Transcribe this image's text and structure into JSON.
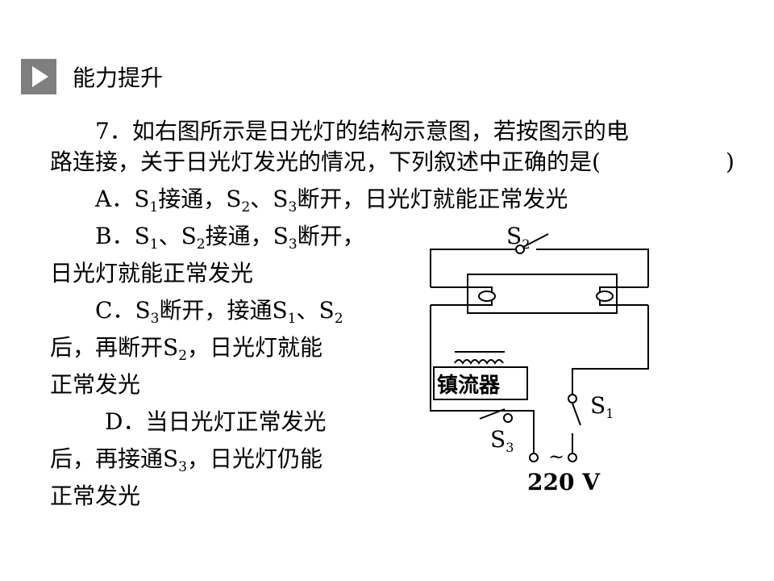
{
  "header": {
    "title": "能力提升",
    "icon": "play-icon"
  },
  "question": {
    "stem_line1": "7．如右图所示是日光灯的结构示意图，若按图示的电",
    "stem_line2": "路连接，关于日光灯发光的情况，下列叙述中正确的是(",
    "stem_paren_close": ")",
    "options": {
      "A": {
        "label": "A．",
        "s1": "S",
        "t1": "接通，",
        "s2": "S",
        "sep": "、",
        "s3": "S",
        "t2": "断开，日光灯就能正常发光"
      },
      "B": {
        "label": "B．",
        "s1": "S",
        "sep": "、",
        "s2": "S",
        "t1": "接通，",
        "s3": "S",
        "t2": "断开，",
        "cont": "日光灯就能正常发光"
      },
      "C": {
        "label": "C．",
        "s3": "S",
        "t1": "断开，接通",
        "s1": "S",
        "sep": "、",
        "s2": "S",
        "cont1": "后，再断开",
        "s2b": "S",
        "cont2": "，日光灯就能",
        "cont3": "正常发光"
      },
      "D": {
        "label": "D．当日光灯正常发光",
        "cont1": "后，再接通",
        "s3": "S",
        "cont2": "，日光灯仍能",
        "cont3": "正常发光"
      }
    },
    "subscripts": {
      "one": "1",
      "two": "2",
      "three": "3"
    }
  },
  "circuit": {
    "ballast_label": "镇流器",
    "switch_s1": "S",
    "switch_s1_sub": "1",
    "switch_s2": "S",
    "switch_s2_sub": "2",
    "switch_s3": "S",
    "switch_s3_sub": "3",
    "supply_label": "220 V",
    "ac_symbol": "~"
  }
}
